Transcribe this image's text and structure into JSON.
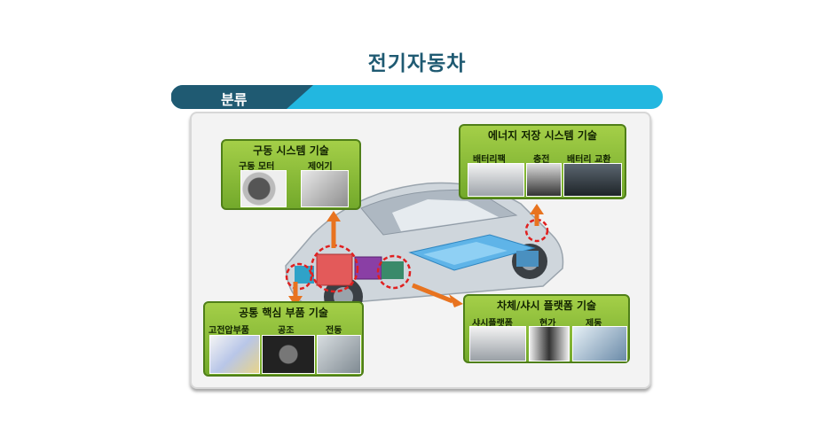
{
  "title": "전기자동차",
  "banner": {
    "label": "분류"
  },
  "colors": {
    "title": "#1f5a72",
    "banner_dark": "#1f5a72",
    "banner_light": "#22b7e0",
    "box_green": "#8bc13a",
    "arrow": "#e8731f",
    "highlight": "#e02020"
  },
  "boxes": {
    "drive": {
      "title": "구동 시스템 기술",
      "items": [
        "구동 모터",
        "제어기"
      ]
    },
    "energy": {
      "title": "에너지 저장 시스템 기술",
      "items": [
        "배터리팩",
        "충전",
        "배터리 교환"
      ]
    },
    "common": {
      "title": "공통 핵심 부품 기술",
      "items": [
        "고전압부품",
        "공조",
        "전동"
      ]
    },
    "chassis": {
      "title": "차체/샤시 플랫폼 기술",
      "items": [
        "샤시플랫폼",
        "현가",
        "제동"
      ]
    }
  }
}
